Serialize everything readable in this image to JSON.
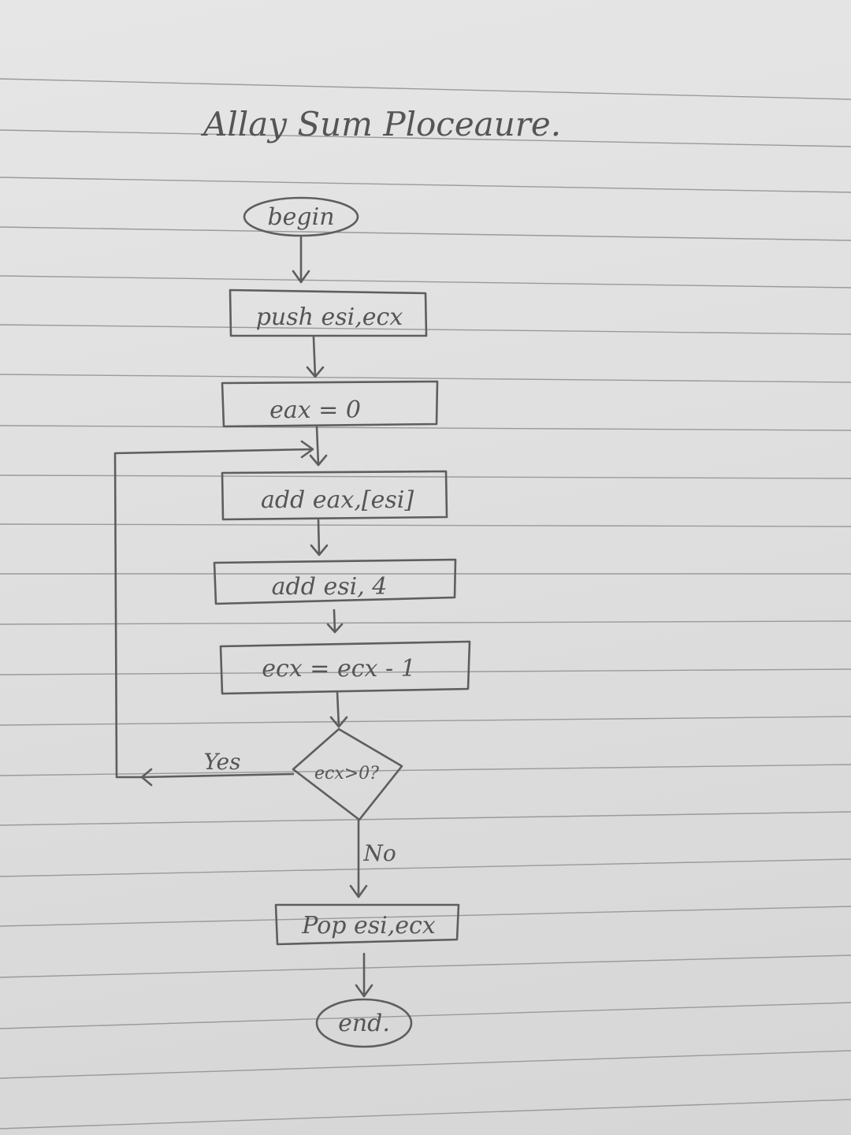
{
  "title": "Allay Sum Ploceaure.",
  "nodes": {
    "begin": "begin",
    "push": "push esi,ecx",
    "init": "eax = 0",
    "add_eax": "add eax,[esi]",
    "add_esi": "add esi, 4",
    "dec_ecx": "ecx = ecx - 1",
    "decision": "ecx>0?",
    "pop": "Pop esi,ecx",
    "end": "end."
  },
  "edges": {
    "yes_label": "Yes",
    "no_label": "No"
  },
  "colors": {
    "paper": "#e2e2e2",
    "ink": "#5e5e5e",
    "ruling": "#9a9a9a"
  }
}
